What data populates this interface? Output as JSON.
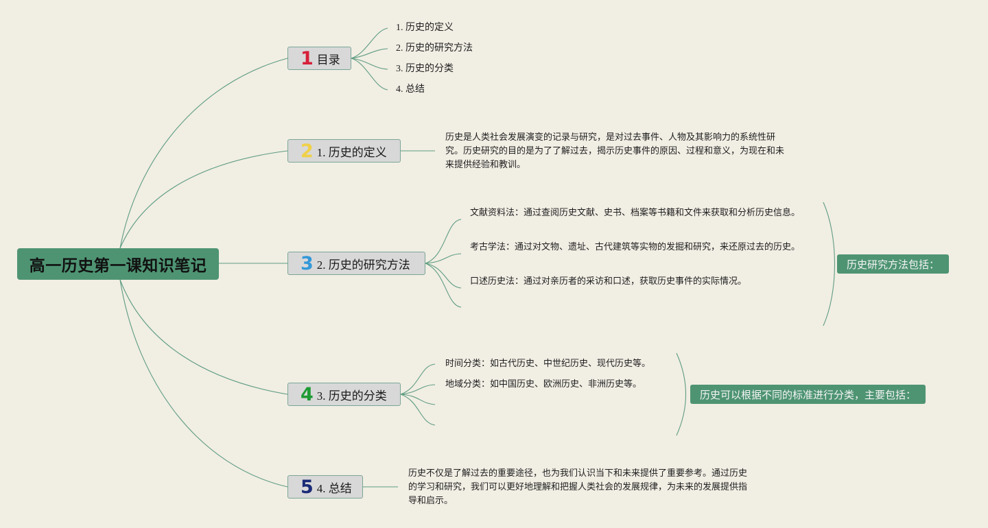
{
  "root": {
    "title": "高一历史第一课知识笔记"
  },
  "topics": [
    {
      "num": "1",
      "label": "目录"
    },
    {
      "num": "2",
      "label": "1. 历史的定义"
    },
    {
      "num": "3",
      "label": "2. 历史的研究方法"
    },
    {
      "num": "4",
      "label": "3. 历史的分类"
    },
    {
      "num": "5",
      "label": "4. 总结"
    }
  ],
  "toc": [
    "1. 历史的定义",
    "2. 历史的研究方法",
    "3. 历史的分类",
    "4. 总结"
  ],
  "definition": {
    "text": "历史是人类社会发展演变的记录与研究，是对过去事件、人物及其影响力的系统性研究。历史研究的目的是为了了解过去，揭示历史事件的原因、过程和意义，为现在和未来提供经验和教训。"
  },
  "methods": {
    "items": [
      "文献资料法：通过查阅历史文献、史书、档案等书籍和文件来获取和分析历史信息。",
      "考古学法：通过对文物、遗址、古代建筑等实物的发掘和研究，来还原过去的历史。",
      "口述历史法：通过对亲历者的采访和口述，获取历史事件的实际情况。"
    ],
    "summary": "历史研究方法包括："
  },
  "classification": {
    "items": [
      "时间分类：如古代历史、中世纪历史、现代历史等。",
      "地域分类：如中国历史、欧洲历史、非洲历史等。"
    ],
    "summary": "历史可以根据不同的标准进行分类，主要包括："
  },
  "conclusion": {
    "text": "历史不仅是了解过去的重要途径，也为我们认识当下和未来提供了重要参考。通过历史的学习和研究，我们可以更好地理解和把握人类社会的发展规律，为未来的发展提供指导和启示。"
  },
  "colors": {
    "background": "#f1eee4",
    "root_fill": "#4e9473",
    "topic_fill": "#d8d8d8",
    "connector": "#5d9c80",
    "num1": "#d6203a",
    "num2": "#f0d048",
    "num3": "#3398d8",
    "num4": "#1f9a34",
    "num5": "#1b2b78"
  }
}
